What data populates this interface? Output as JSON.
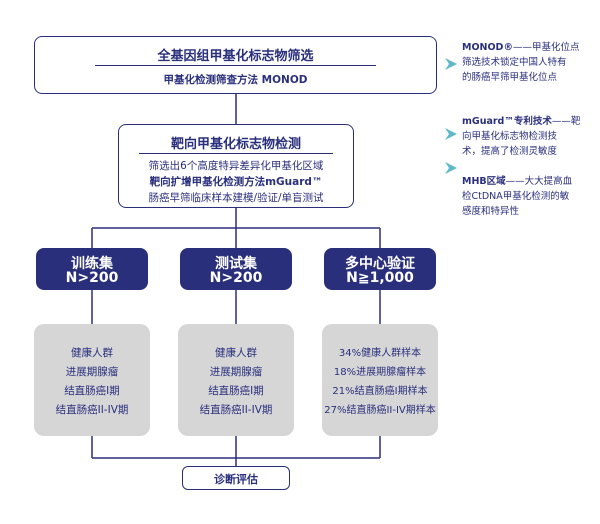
{
  "top_box": {
    "title": "全基因组甲基化标志物筛选",
    "subtitle": "甲基化检测筛查方法 MONOD"
  },
  "middle_box": {
    "title": "靶向甲基化标志物检测",
    "line1": "筛选出6个高度特异差异化甲基化区域",
    "line2": "靶向扩增甲基化检测方法mGuard™",
    "line3": "肠癌早筛临床样本建模/验证/单盲测试"
  },
  "groups": [
    {
      "title": "训练集",
      "count": "N>200",
      "items": [
        "健康人群",
        "进展期腺瘤",
        "结直肠癌I期",
        "结直肠癌II-IV期"
      ]
    },
    {
      "title": "测试集",
      "count": "N>200",
      "items": [
        "健康人群",
        "进展期腺瘤",
        "结直肠癌I期",
        "结直肠癌II-IV期"
      ]
    },
    {
      "title": "多中心验证",
      "count": "N≧1,000",
      "items": [
        "34%健康人群样本",
        "18%进展期腺瘤样本",
        "21%结直肠癌I期样本",
        "27%结直肠癌II-IV期样本"
      ]
    }
  ],
  "bottom_box": {
    "title": "诊断评估"
  },
  "side_notes": [
    {
      "title": "MONOD®",
      "text_l1": "——甲基化位点",
      "text_l2": "筛选技术锁定中国人特有",
      "text_l3": "的肠癌早筛甲基化位点"
    },
    {
      "title": "mGuard™专利技术",
      "text_l1": "——靶",
      "text_l2": "向甲基化标志物检测技",
      "text_l3": "术，提高了检测灵敏度"
    },
    {
      "title": "MHB区域",
      "text_l1": "——大大提高血",
      "text_l2": "检CtDNA甲基化检测的敏",
      "text_l3": "感度和特异性"
    }
  ],
  "colors": {
    "navy": "#2a2f7c",
    "gray": "#d6d6d6",
    "accent_teal": "#5fb8c8"
  }
}
